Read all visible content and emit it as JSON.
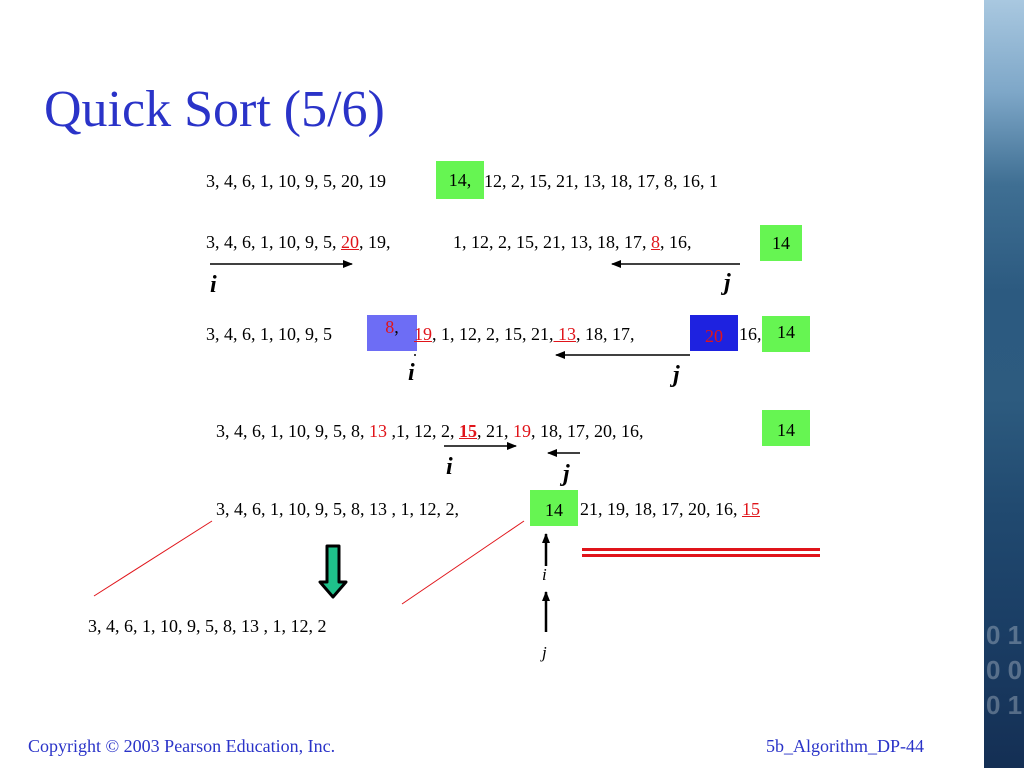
{
  "slide": {
    "title": "Quick Sort (5/6)",
    "footer_left": "Copyright © 2003 Pearson Education, Inc.",
    "footer_right": "5b_Algorithm_DP-44",
    "colors": {
      "title": "#2a33c8",
      "highlight_green": "#66f552",
      "highlight_lavender": "#6d6df5",
      "highlight_blue": "#1e22e0",
      "swap_red": "#e0141a"
    }
  },
  "rows": {
    "r1": {
      "left": "3, 4, 6, 1, 10, 9, 5, 20, 19",
      "pivot": "14,",
      "right": "12, 2, 15, 21, 13, 18, 17, 8, 16, 1"
    },
    "r2": {
      "a": "3, 4, 6, 1, 10, 9, 5, ",
      "b": "20",
      "c": ", 19,",
      "d": "1, 12, 2, 15, 21, 13, 18, 17, ",
      "e": "8",
      "f": ", 16,",
      "pivot": "14"
    },
    "r3": {
      "a": "3, 4, 6, 1, 10, 9, 5",
      "box8": "8",
      "comma": ",",
      "b": "19",
      "c": ", 1, 12, 2, 15, 21,",
      "d": " 13",
      "e": ", 18, 17,",
      "box20": "20",
      "f": "16,",
      "pivot": "14"
    },
    "r4": {
      "a": "3, 4, 6, 1, 10, 9, 5, 8, ",
      "b": "13",
      "c": " ,1, 12, 2, ",
      "d": "15",
      "e": ", 21, ",
      "f": "19",
      "g": ", 18, 17, 20, 16,",
      "pivot": "14"
    },
    "r5": {
      "a": "3, 4, 6, 1, 10, 9, 5, 8, 13 ,  1, 12, 2,",
      "pivot": "14",
      "b": "21, 19, 18, 17, 20, 16, ",
      "c": "15"
    },
    "r6": {
      "text": "3, 4, 6, 1, 10, 9, 5, 8, 13 , 1, 12, 2"
    }
  },
  "labels": {
    "i": "i",
    "j": "j"
  }
}
